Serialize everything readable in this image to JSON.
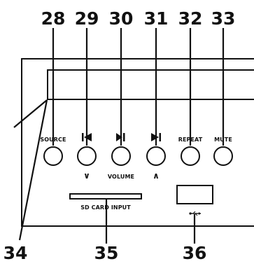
{
  "callouts": {
    "n28": "28",
    "n29": "29",
    "n30": "30",
    "n31": "31",
    "n32": "32",
    "n33": "33",
    "n34": "34",
    "n35": "35",
    "n36": "36"
  },
  "buttons": {
    "source": "SOURCE",
    "prev_symbol": "◀",
    "play_pause_symbol": "▶ǀǀ",
    "next_symbol": "▶",
    "repeat": "REPEAT",
    "mute": "MUTE"
  },
  "volume": {
    "down_symbol": "∨",
    "label": "VOLUME",
    "up_symbol": "∧"
  },
  "ports": {
    "sd_card": "SD CARD INPUT",
    "usb_icon": "usb-icon"
  },
  "colors": {
    "line": "#111111",
    "background": "#ffffff"
  }
}
